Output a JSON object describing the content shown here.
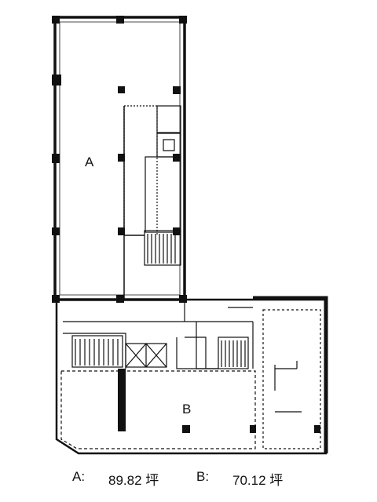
{
  "areas": [
    {
      "label": "A"
    },
    {
      "label": "B"
    }
  ],
  "caption": {
    "a_key": "A:",
    "a_value": "89.82 坪",
    "b_key": "B:",
    "b_value": "70.12 坪"
  }
}
